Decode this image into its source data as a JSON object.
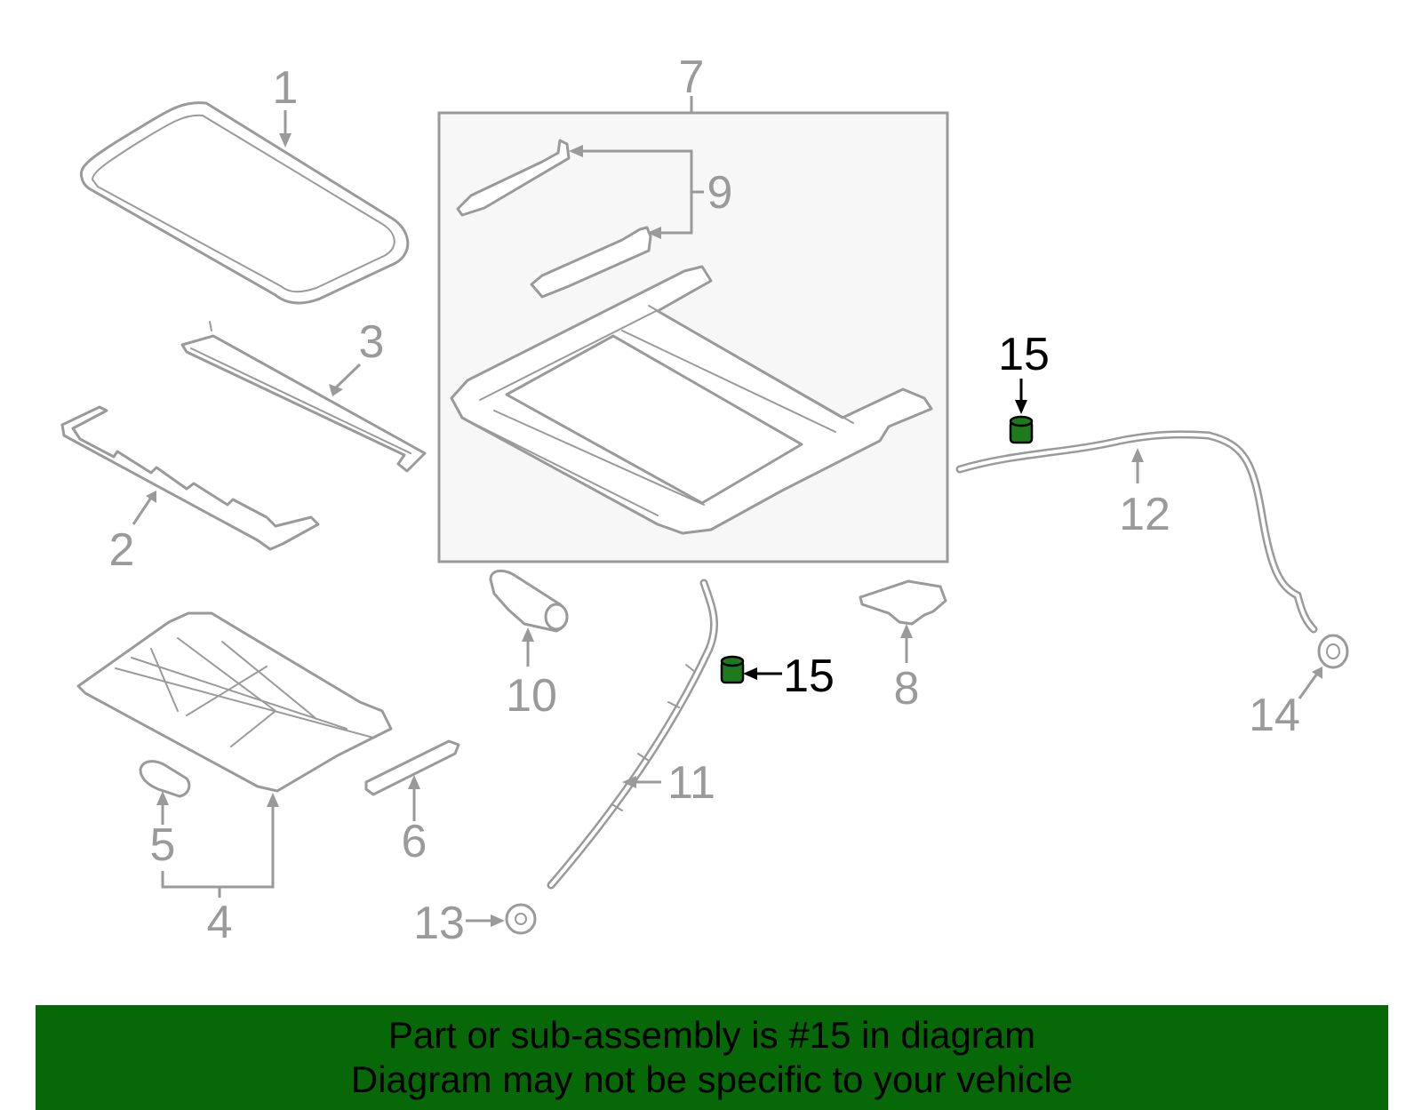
{
  "diagram": {
    "callouts": {
      "c1": "1",
      "c2": "2",
      "c3": "3",
      "c4": "4",
      "c5": "5",
      "c6": "6",
      "c7": "7",
      "c8": "8",
      "c9": "9",
      "c10": "10",
      "c11": "11",
      "c12": "12",
      "c13": "13",
      "c14": "14",
      "c15a": "15",
      "c15b": "15"
    },
    "highlight_part": "15",
    "colors": {
      "highlight_fill": "#1d7a1d",
      "banner_background": "#076807",
      "part_line": "#9a9a9a",
      "assembly_box_fill": "#f7f7f7"
    }
  },
  "banner": {
    "line1": "Part or sub-assembly is #15 in diagram",
    "line2": "Diagram may not be specific to your vehicle"
  }
}
